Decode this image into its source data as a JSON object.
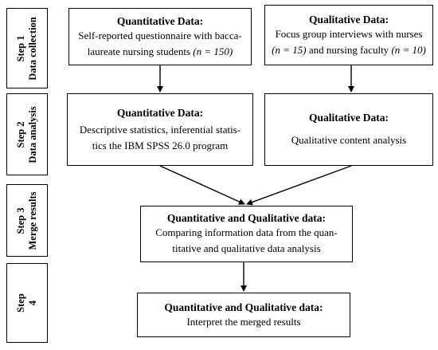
{
  "steps": [
    {
      "num": "Step 1",
      "label": "Data collection"
    },
    {
      "num": "Step 2",
      "label": "Data analysis"
    },
    {
      "num": "Step 3",
      "label": "Merge results"
    },
    {
      "num": "Step",
      "label": "4"
    }
  ],
  "collection": {
    "quant_title": "Quantitative Data:",
    "quant_text_1": "Self-reported questionnaire with bacca-",
    "quant_text_2": "laureate nursing students ",
    "quant_n": "(n = 150)",
    "qual_title": "Qualitative Data:",
    "qual_text_1": "Focus group interviews with nurses",
    "qual_n1": "(n = 15)",
    "qual_text_2": " and nursing faculty ",
    "qual_n2": "(n = 10)"
  },
  "analysis": {
    "quant_title": "Quantitative Data:",
    "quant_text_1": "Descriptive statistics, inferential statis-",
    "quant_text_2": "tics the IBM SPSS 26.0 program",
    "qual_title": "Qualitative Data:",
    "qual_text": "Qualitative content analysis"
  },
  "merge": {
    "title": "Quantitative and Qualitative data:",
    "text_1": "Comparing information data from the quan-",
    "text_2": "titative and qualitative data analysis"
  },
  "interpret": {
    "title": "Quantitative and Qualitative data:",
    "text": "Interpret the merged results"
  }
}
